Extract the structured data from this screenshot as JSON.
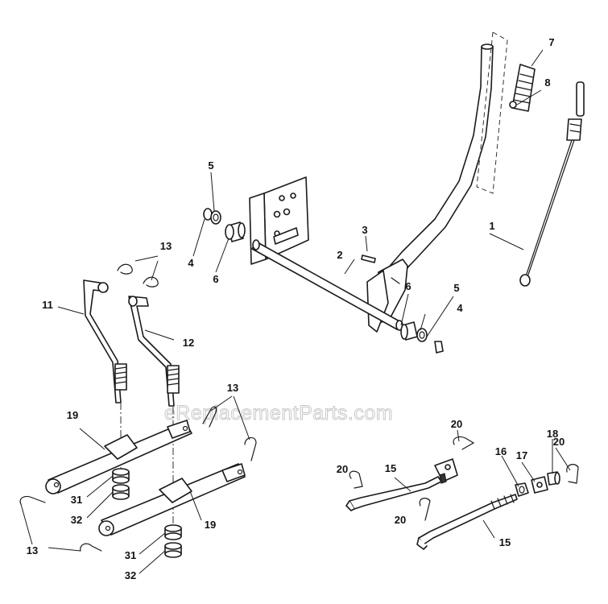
{
  "watermark": "eReplacementParts.com",
  "labels": {
    "l1": "1",
    "l2": "2",
    "l3": "3",
    "l4a": "4",
    "l4b": "4",
    "l5a": "5",
    "l5b": "5",
    "l6a": "6",
    "l6b": "6",
    "l7": "7",
    "l8": "8",
    "l11": "11",
    "l12": "12",
    "l13a": "13",
    "l13b": "13",
    "l13c": "13",
    "l15a": "15",
    "l15b": "15",
    "l16": "16",
    "l17": "17",
    "l18": "18",
    "l19a": "19",
    "l19b": "19",
    "l20a": "20",
    "l20b": "20",
    "l20c": "20",
    "l20d": "20",
    "l31a": "31",
    "l31b": "31",
    "l32a": "32",
    "l32b": "32"
  }
}
